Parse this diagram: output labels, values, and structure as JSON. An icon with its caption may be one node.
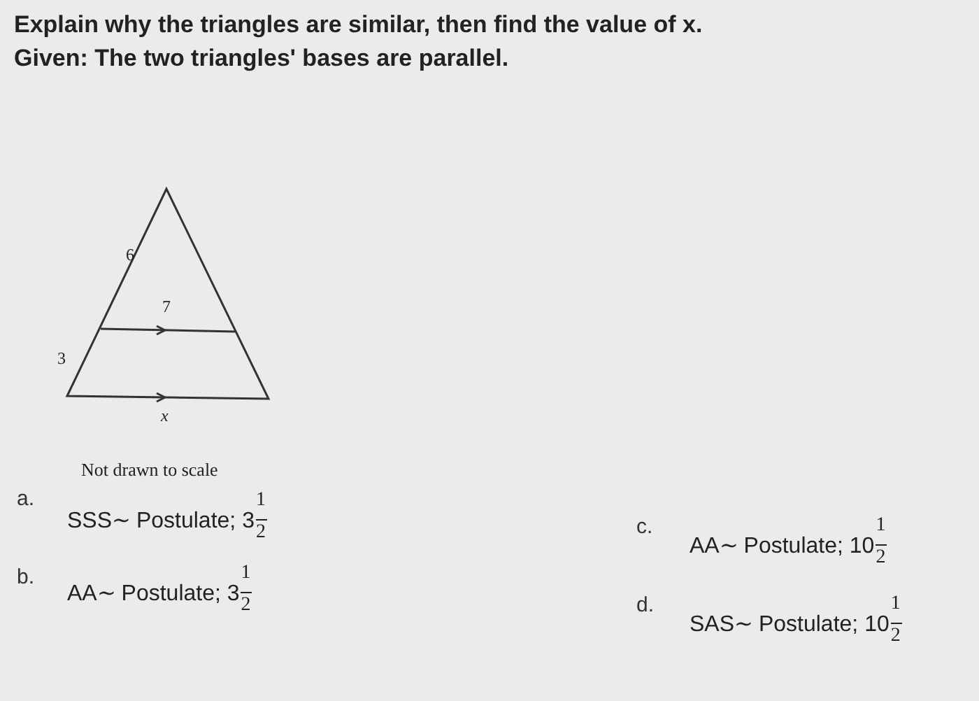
{
  "diagram": {
    "title": "Explain why the triangles are similar, then find the value of x.",
    "labels": [
      "Given: The two triangles' bases are parallel.",
      "6",
      "7",
      "3",
      "x",
      "Not drawn to scale",
      "a.",
      "SSS∼ Postulate; 3",
      "1",
      "2",
      "c.",
      "AA∼ Postulate; 10",
      "1",
      "2",
      "b.",
      "AA∼ Postulate; 3",
      "1",
      "2",
      "d.",
      "SAS∼ Postulate; 10",
      "1",
      "2"
    ]
  }
}
